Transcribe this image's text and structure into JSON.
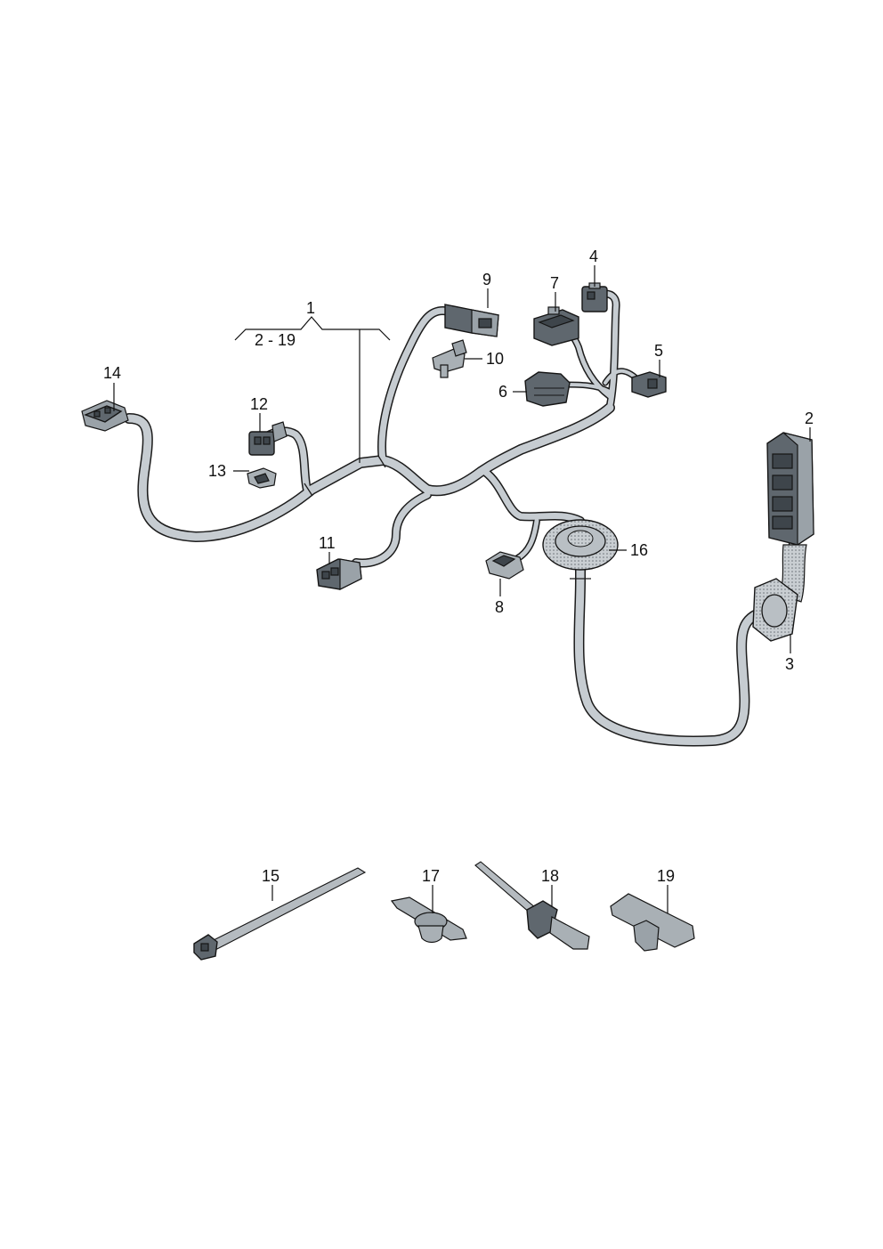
{
  "callouts": {
    "c1": "1",
    "range": "2 - 19",
    "c2": "2",
    "c3": "3",
    "c4": "4",
    "c5": "5",
    "c6": "6",
    "c7": "7",
    "c8": "8",
    "c9": "9",
    "c10": "10",
    "c11": "11",
    "c12": "12",
    "c13": "13",
    "c14": "14",
    "c15": "15",
    "c16": "16",
    "c17": "17",
    "c18": "18",
    "c19": "19"
  },
  "colors": {
    "harness_fill": "#c6ccd1",
    "connector_fill": "#5f676e",
    "outline": "#1c1c1c"
  }
}
